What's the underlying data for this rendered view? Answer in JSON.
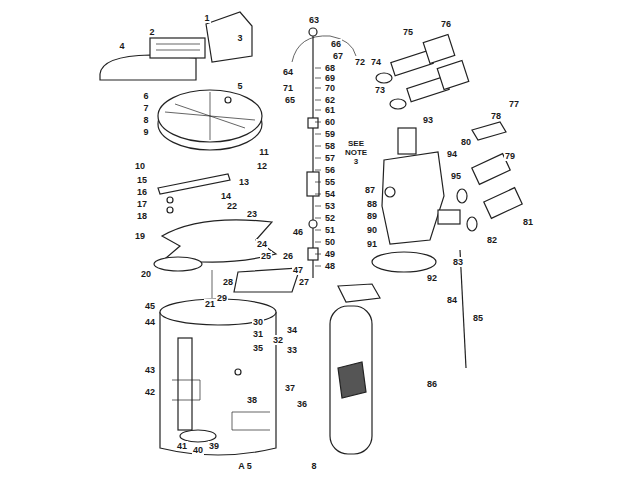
{
  "diagram": {
    "labels": [
      "1",
      "2",
      "3",
      "4",
      "5",
      "6",
      "7",
      "8",
      "9",
      "10",
      "11",
      "12",
      "13",
      "14",
      "15",
      "16",
      "17",
      "18",
      "19",
      "20",
      "21",
      "22",
      "23",
      "24",
      "25",
      "26",
      "27",
      "28",
      "29",
      "30",
      "31",
      "32",
      "33",
      "34",
      "35",
      "36",
      "37",
      "38",
      "39",
      "40",
      "41",
      "42",
      "43",
      "44",
      "45",
      "46",
      "47",
      "48",
      "49",
      "50",
      "51",
      "52",
      "53",
      "54",
      "55",
      "56",
      "57",
      "58",
      "59",
      "60",
      "61",
      "62",
      "63",
      "64",
      "65",
      "66",
      "67",
      "68",
      "69",
      "70",
      "71",
      "72",
      "73",
      "74",
      "75",
      "76",
      "77",
      "78",
      "79",
      "80",
      "81",
      "82",
      "83",
      "84",
      "85",
      "86",
      "87",
      "88",
      "89",
      "90",
      "91",
      "92",
      "93",
      "94",
      "95",
      "SEE NOTE 3",
      "A 5",
      "8"
    ]
  }
}
